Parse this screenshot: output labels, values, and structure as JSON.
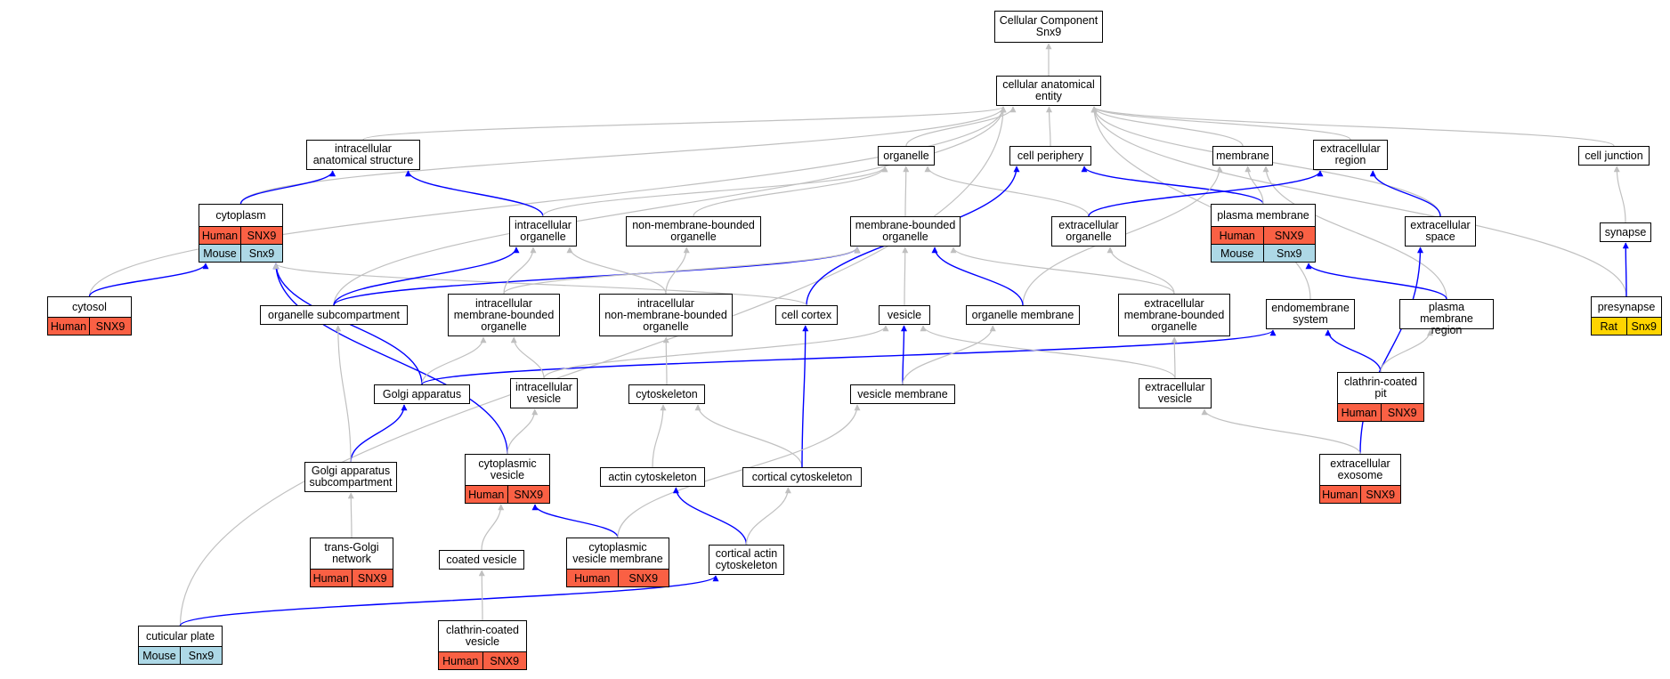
{
  "colors": {
    "gray_edge": "#c0c0c0",
    "blue_edge": "#0000ff",
    "human": "#fa6044",
    "mouse": "#add8e6",
    "rat": "#ffd400"
  },
  "nodes": [
    {
      "id": "root",
      "label": "Cellular Component\nSnx9",
      "rows": []
    },
    {
      "id": "cae",
      "label": "cellular anatomical\nentity",
      "rows": []
    },
    {
      "id": "ias",
      "label": "intracellular\nanatomical structure",
      "rows": []
    },
    {
      "id": "organelle",
      "label": "organelle",
      "rows": []
    },
    {
      "id": "cellper",
      "label": "cell periphery",
      "rows": []
    },
    {
      "id": "membrane",
      "label": "membrane",
      "rows": []
    },
    {
      "id": "exreg",
      "label": "extracellular\nregion",
      "rows": []
    },
    {
      "id": "celljunc",
      "label": "cell junction",
      "rows": []
    },
    {
      "id": "cytoplasm",
      "label": "cytoplasm",
      "rows": [
        [
          {
            "t": "Human",
            "c": "human"
          },
          {
            "t": "SNX9",
            "c": "human"
          }
        ],
        [
          {
            "t": "Mouse",
            "c": "mouse"
          },
          {
            "t": "Snx9",
            "c": "mouse"
          }
        ]
      ]
    },
    {
      "id": "intorg",
      "label": "intracellular\norganelle",
      "rows": []
    },
    {
      "id": "nmbo",
      "label": "non-membrane-bounded\norganelle",
      "rows": []
    },
    {
      "id": "mbo",
      "label": "membrane-bounded\norganelle",
      "rows": []
    },
    {
      "id": "exorg",
      "label": "extracellular\norganelle",
      "rows": []
    },
    {
      "id": "pm",
      "label": "plasma membrane",
      "rows": [
        [
          {
            "t": "Human",
            "c": "human"
          },
          {
            "t": "SNX9",
            "c": "human"
          }
        ],
        [
          {
            "t": "Mouse",
            "c": "mouse"
          },
          {
            "t": "Snx9",
            "c": "mouse"
          }
        ]
      ]
    },
    {
      "id": "exspace",
      "label": "extracellular\nspace",
      "rows": []
    },
    {
      "id": "synapse",
      "label": "synapse",
      "rows": []
    },
    {
      "id": "cytosol",
      "label": "cytosol",
      "rows": [
        [
          {
            "t": "Human",
            "c": "human"
          },
          {
            "t": "SNX9",
            "c": "human"
          }
        ]
      ]
    },
    {
      "id": "orgsub",
      "label": "organelle subcompartment",
      "rows": []
    },
    {
      "id": "imbo",
      "label": "intracellular\nmembrane-bounded\norganelle",
      "rows": []
    },
    {
      "id": "inmbo",
      "label": "intracellular\nnon-membrane-bounded\norganelle",
      "rows": []
    },
    {
      "id": "cortex",
      "label": "cell cortex",
      "rows": []
    },
    {
      "id": "vesicle",
      "label": "vesicle",
      "rows": []
    },
    {
      "id": "orgmem",
      "label": "organelle membrane",
      "rows": []
    },
    {
      "id": "exmbo",
      "label": "extracellular\nmembrane-bounded\norganelle",
      "rows": []
    },
    {
      "id": "endo",
      "label": "endomembrane\nsystem",
      "rows": []
    },
    {
      "id": "pmreg",
      "label": "plasma membrane\nregion",
      "rows": []
    },
    {
      "id": "presyn",
      "label": "presynapse",
      "rows": [
        [
          {
            "t": "Rat",
            "c": "rat"
          },
          {
            "t": "Snx9",
            "c": "rat"
          }
        ]
      ]
    },
    {
      "id": "golgi",
      "label": "Golgi apparatus",
      "rows": []
    },
    {
      "id": "intves",
      "label": "intracellular\nvesicle",
      "rows": []
    },
    {
      "id": "cytoskel",
      "label": "cytoskeleton",
      "rows": []
    },
    {
      "id": "vesmem",
      "label": "vesicle membrane",
      "rows": []
    },
    {
      "id": "exves",
      "label": "extracellular\nvesicle",
      "rows": []
    },
    {
      "id": "ccpit",
      "label": "clathrin-coated\npit",
      "rows": [
        [
          {
            "t": "Human",
            "c": "human"
          },
          {
            "t": "SNX9",
            "c": "human"
          }
        ]
      ]
    },
    {
      "id": "golgisub",
      "label": "Golgi apparatus\nsubcompartment",
      "rows": []
    },
    {
      "id": "cytves",
      "label": "cytoplasmic\nvesicle",
      "rows": [
        [
          {
            "t": "Human",
            "c": "human"
          },
          {
            "t": "SNX9",
            "c": "human"
          }
        ]
      ]
    },
    {
      "id": "actin",
      "label": "actin cytoskeleton",
      "rows": []
    },
    {
      "id": "cortcyt",
      "label": "cortical cytoskeleton",
      "rows": []
    },
    {
      "id": "exosome",
      "label": "extracellular\nexosome",
      "rows": [
        [
          {
            "t": "Human",
            "c": "human"
          },
          {
            "t": "SNX9",
            "c": "human"
          }
        ]
      ]
    },
    {
      "id": "tgn",
      "label": "trans-Golgi\nnetwork",
      "rows": [
        [
          {
            "t": "Human",
            "c": "human"
          },
          {
            "t": "SNX9",
            "c": "human"
          }
        ]
      ]
    },
    {
      "id": "coatves",
      "label": "coated vesicle",
      "rows": []
    },
    {
      "id": "cvmem",
      "label": "cytoplasmic\nvesicle membrane",
      "rows": [
        [
          {
            "t": "Human",
            "c": "human"
          },
          {
            "t": "SNX9",
            "c": "human"
          }
        ]
      ]
    },
    {
      "id": "cortact",
      "label": "cortical actin\ncytoskeleton",
      "rows": []
    },
    {
      "id": "cuticular",
      "label": "cuticular plate",
      "rows": [
        [
          {
            "t": "Mouse",
            "c": "mouse"
          },
          {
            "t": "Snx9",
            "c": "mouse"
          }
        ]
      ]
    },
    {
      "id": "ccves",
      "label": "clathrin-coated\nvesicle",
      "rows": [
        [
          {
            "t": "Human",
            "c": "human"
          },
          {
            "t": "SNX9",
            "c": "human"
          }
        ]
      ]
    }
  ],
  "edges": [
    {
      "from": "cae",
      "to": "root",
      "kind": "is_a"
    },
    {
      "from": "ias",
      "to": "cae",
      "kind": "is_a"
    },
    {
      "from": "organelle",
      "to": "cae",
      "kind": "is_a"
    },
    {
      "from": "cellper",
      "to": "cae",
      "kind": "is_a"
    },
    {
      "from": "membrane",
      "to": "cae",
      "kind": "is_a"
    },
    {
      "from": "exreg",
      "to": "cae",
      "kind": "is_a"
    },
    {
      "from": "celljunc",
      "to": "cae",
      "kind": "is_a"
    },
    {
      "from": "cytoplasm",
      "to": "cae",
      "kind": "is_a"
    },
    {
      "from": "cytosol",
      "to": "cae",
      "kind": "is_a"
    },
    {
      "from": "cuticular",
      "to": "cae",
      "kind": "is_a"
    },
    {
      "from": "orgsub",
      "to": "cae",
      "kind": "is_a"
    },
    {
      "from": "exspace",
      "to": "cae",
      "kind": "is_a"
    },
    {
      "from": "endo",
      "to": "cae",
      "kind": "is_a"
    },
    {
      "from": "presyn",
      "to": "cae",
      "kind": "is_a"
    },
    {
      "from": "cytoplasm",
      "to": "ias",
      "kind": "part_of"
    },
    {
      "from": "intorg",
      "to": "ias",
      "kind": "part_of"
    },
    {
      "from": "intorg",
      "to": "organelle",
      "kind": "is_a"
    },
    {
      "from": "nmbo",
      "to": "organelle",
      "kind": "is_a"
    },
    {
      "from": "mbo",
      "to": "organelle",
      "kind": "is_a"
    },
    {
      "from": "exorg",
      "to": "organelle",
      "kind": "is_a"
    },
    {
      "from": "cortex",
      "to": "cellper",
      "kind": "part_of"
    },
    {
      "from": "pm",
      "to": "cellper",
      "kind": "part_of"
    },
    {
      "from": "pm",
      "to": "membrane",
      "kind": "is_a"
    },
    {
      "from": "orgmem",
      "to": "membrane",
      "kind": "is_a"
    },
    {
      "from": "pmreg",
      "to": "membrane",
      "kind": "is_a"
    },
    {
      "from": "exorg",
      "to": "exreg",
      "kind": "part_of"
    },
    {
      "from": "exspace",
      "to": "exreg",
      "kind": "part_of"
    },
    {
      "from": "synapse",
      "to": "celljunc",
      "kind": "is_a"
    },
    {
      "from": "presyn",
      "to": "synapse",
      "kind": "part_of"
    },
    {
      "from": "cytosol",
      "to": "cytoplasm",
      "kind": "part_of"
    },
    {
      "from": "golgi",
      "to": "cytoplasm",
      "kind": "part_of"
    },
    {
      "from": "cytves",
      "to": "cytoplasm",
      "kind": "part_of"
    },
    {
      "from": "cortex",
      "to": "cytoplasm",
      "kind": "is_a"
    },
    {
      "from": "orgsub",
      "to": "intorg",
      "kind": "part_of"
    },
    {
      "from": "orgsub",
      "to": "mbo",
      "kind": "part_of"
    },
    {
      "from": "imbo",
      "to": "intorg",
      "kind": "is_a"
    },
    {
      "from": "inmbo",
      "to": "intorg",
      "kind": "is_a"
    },
    {
      "from": "inmbo",
      "to": "nmbo",
      "kind": "is_a"
    },
    {
      "from": "imbo",
      "to": "mbo",
      "kind": "is_a"
    },
    {
      "from": "vesicle",
      "to": "mbo",
      "kind": "is_a"
    },
    {
      "from": "orgmem",
      "to": "mbo",
      "kind": "part_of"
    },
    {
      "from": "exmbo",
      "to": "mbo",
      "kind": "is_a"
    },
    {
      "from": "exmbo",
      "to": "exorg",
      "kind": "is_a"
    },
    {
      "from": "pmreg",
      "to": "pm",
      "kind": "part_of"
    },
    {
      "from": "exosome",
      "to": "exspace",
      "kind": "part_of"
    },
    {
      "from": "golgi",
      "to": "imbo",
      "kind": "is_a"
    },
    {
      "from": "golgi",
      "to": "endo",
      "kind": "part_of"
    },
    {
      "from": "intves",
      "to": "imbo",
      "kind": "is_a"
    },
    {
      "from": "intves",
      "to": "vesicle",
      "kind": "is_a"
    },
    {
      "from": "cytoskel",
      "to": "inmbo",
      "kind": "is_a"
    },
    {
      "from": "vesmem",
      "to": "vesicle",
      "kind": "part_of"
    },
    {
      "from": "vesmem",
      "to": "orgmem",
      "kind": "is_a"
    },
    {
      "from": "exves",
      "to": "vesicle",
      "kind": "is_a"
    },
    {
      "from": "exves",
      "to": "exmbo",
      "kind": "is_a"
    },
    {
      "from": "ccpit",
      "to": "endo",
      "kind": "part_of"
    },
    {
      "from": "ccpit",
      "to": "pmreg",
      "kind": "is_a"
    },
    {
      "from": "golgisub",
      "to": "golgi",
      "kind": "part_of"
    },
    {
      "from": "golgisub",
      "to": "orgsub",
      "kind": "is_a"
    },
    {
      "from": "cytves",
      "to": "intves",
      "kind": "is_a"
    },
    {
      "from": "actin",
      "to": "cytoskel",
      "kind": "is_a"
    },
    {
      "from": "cortcyt",
      "to": "cytoskel",
      "kind": "is_a"
    },
    {
      "from": "cortcyt",
      "to": "cortex",
      "kind": "part_of"
    },
    {
      "from": "exosome",
      "to": "exves",
      "kind": "is_a"
    },
    {
      "from": "tgn",
      "to": "golgisub",
      "kind": "is_a"
    },
    {
      "from": "coatves",
      "to": "cytves",
      "kind": "is_a"
    },
    {
      "from": "cvmem",
      "to": "cytves",
      "kind": "part_of"
    },
    {
      "from": "cvmem",
      "to": "vesmem",
      "kind": "is_a"
    },
    {
      "from": "cortact",
      "to": "actin",
      "kind": "part_of"
    },
    {
      "from": "cortact",
      "to": "cortcyt",
      "kind": "is_a"
    },
    {
      "from": "cuticular",
      "to": "cortact",
      "kind": "part_of"
    },
    {
      "from": "ccves",
      "to": "coatves",
      "kind": "is_a"
    }
  ]
}
